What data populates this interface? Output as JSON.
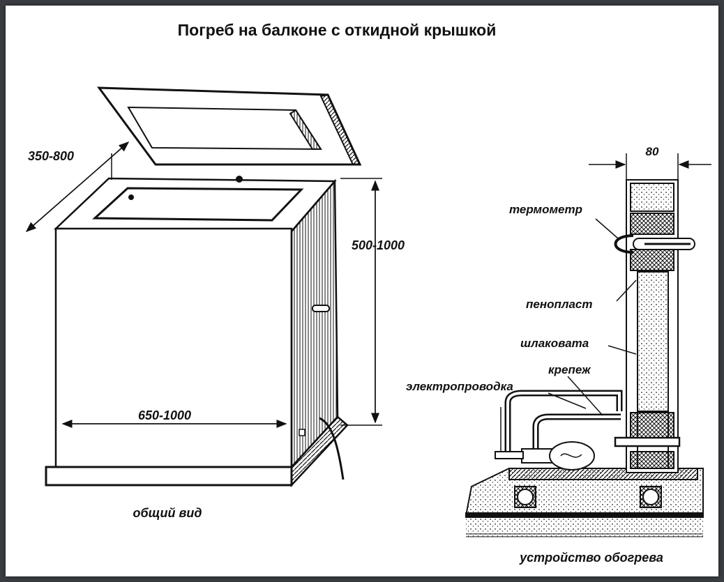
{
  "title": "Погреб на балконе с откидной крышкой",
  "left_view": {
    "caption": "общий вид",
    "dim_depth": "350-800",
    "dim_height": "500-1000",
    "dim_width": "650-1000"
  },
  "right_view": {
    "caption": "устройство обогрева",
    "dim_wall": "80",
    "labels": {
      "thermometer": "термометр",
      "foam": "пенопласт",
      "slag_wool": "шлаковата",
      "fastener": "крепеж",
      "wiring": "электропроводка"
    }
  },
  "colors": {
    "frame": "#3a3d42",
    "paper": "#ffffff",
    "ink": "#111111"
  }
}
